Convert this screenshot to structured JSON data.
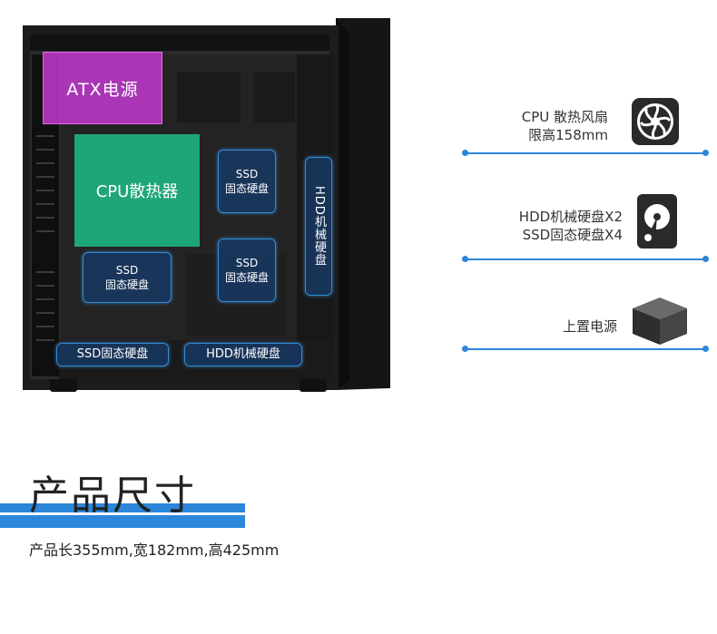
{
  "case": {
    "atx_psu_label": "ATX电源",
    "cpu_cooler_label": "CPU散热器",
    "ssd_top_line1": "SSD",
    "ssd_top_line2": "固态硬盘",
    "ssd_mid_line1": "SSD",
    "ssd_mid_line2": "固态硬盘",
    "ssd_left_line1": "SSD",
    "ssd_left_line2": "固态硬盘",
    "hdd_vertical_label": "HDD机械硬盘",
    "bottom_ssd_label": "SSD固态硬盘",
    "bottom_hdd_label": "HDD机械硬盘"
  },
  "features": {
    "cpu": {
      "line1": "CPU 散热风扇",
      "line2": "限高158mm",
      "icon": "fan-icon"
    },
    "drives": {
      "line1": "HDD机械硬盘X2",
      "line2": "SSD固态硬盘X4",
      "icon": "hard-drive-icon"
    },
    "psu": {
      "line1": "上置电源",
      "icon": "power-supply-icon"
    }
  },
  "dimensions": {
    "title": "产品尺寸",
    "text": "产品长355mm,宽182mm,高425mm"
  },
  "colors": {
    "accent_blue": "#2c86d9",
    "psu_magenta": "#c23ad0",
    "cooler_green": "#1fae7c"
  }
}
